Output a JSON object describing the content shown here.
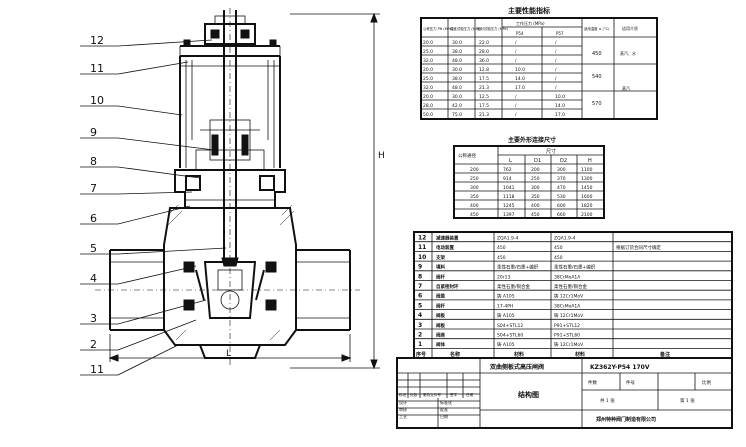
{
  "callouts": [
    "12",
    "11",
    "10",
    "9",
    "8",
    "7",
    "6",
    "5",
    "4",
    "3",
    "2",
    "11"
  ],
  "dims": {
    "height": "H",
    "length": "L"
  },
  "perf_table": {
    "title": "主要性能指标",
    "headers": [
      "公称压力 PN (MPa)",
      "强度试验压力 (MPa)",
      "密封试验压力 (MPa)",
      "工作压力 (MPa)",
      "适用温度 ≤ (°C)",
      "适用介质"
    ],
    "sub_headers": [
      "P54",
      "P57"
    ],
    "rows": [
      [
        "20.0",
        "30.0",
        "22.0",
        "/",
        "/"
      ],
      [
        "25.0",
        "38.0",
        "28.0",
        "/",
        "/"
      ],
      [
        "32.0",
        "48.0",
        "36.0",
        "/",
        "/"
      ],
      [
        "20.0",
        "30.0",
        "12.8",
        "10.0",
        "/"
      ],
      [
        "25.0",
        "38.0",
        "17.5",
        "14.0",
        "/"
      ],
      [
        "32.0",
        "48.0",
        "21.3",
        "17.0",
        "/"
      ],
      [
        "20.0",
        "30.0",
        "12.5",
        "/",
        "10.0"
      ],
      [
        "28.0",
        "42.0",
        "17.5",
        "/",
        "14.0"
      ],
      [
        "50.0",
        "75.0",
        "21.3",
        "/",
        "17.0"
      ]
    ],
    "temps": [
      "450",
      "540",
      "570"
    ],
    "media": [
      "蒸汽、水",
      "蒸汽"
    ]
  },
  "dim_table": {
    "title": "主要外形连接尺寸",
    "headers": [
      "公称通径",
      "L",
      "D1",
      "D2",
      "H"
    ],
    "group": "尺寸",
    "rows": [
      [
        "200",
        "762",
        "200",
        "300",
        "1100"
      ],
      [
        "250",
        "914",
        "250",
        "370",
        "1300"
      ],
      [
        "300",
        "1041",
        "300",
        "470",
        "1450"
      ],
      [
        "350",
        "1118",
        "350",
        "530",
        "1600"
      ],
      [
        "400",
        "1245",
        "400",
        "600",
        "1820"
      ],
      [
        "450",
        "1397",
        "450",
        "660",
        "2100"
      ]
    ]
  },
  "parts_table": {
    "rows": [
      [
        "12",
        "减速器装置",
        "ZQA1.9-4",
        "ZQA1.9-4",
        ""
      ],
      [
        "11",
        "电动装置",
        "450",
        "450",
        "根据订货合同尺寸确定"
      ],
      [
        "10",
        "支架",
        "450",
        "450",
        ""
      ],
      [
        "9",
        "填料",
        "柔性石墨/石墨+编织",
        "柔性石墨/石墨+编织",
        ""
      ],
      [
        "8",
        "阀杆",
        "20r13",
        "38CrMoA1A",
        ""
      ],
      [
        "7",
        "自紧密封环",
        "柔性石墨/铜合金",
        "柔性石墨/铜合金",
        ""
      ],
      [
        "6",
        "阀盖",
        "铸 A105",
        "铸 12Cr1MoV",
        ""
      ],
      [
        "5",
        "阀杆",
        "17-4PH",
        "38CrMoA1A",
        ""
      ],
      [
        "4",
        "阀板",
        "铸 A105",
        "铸 12Cr1MoV",
        ""
      ],
      [
        "3",
        "阀板",
        "S04+STL12",
        "P91+STL12",
        ""
      ],
      [
        "2",
        "阀座",
        "S04+STL60",
        "P91+STL60",
        ""
      ],
      [
        "1",
        "阀体",
        "铸 A105",
        "铸 12Cr1MoV",
        ""
      ]
    ],
    "footer": [
      "序号",
      "名称",
      "材料",
      "材料",
      "备注"
    ]
  },
  "title_block": {
    "product": "双曲侧板式高压闸阀",
    "code": "KZ362Y-P54 170V",
    "drawing": "结构图",
    "company": "郑州特种阀门制造有限公司",
    "stage_labels": [
      "件数",
      "件号",
      "比例"
    ],
    "sheet": "共 1 张",
    "page": "第 1 张",
    "left_labels": [
      "标记",
      "处数",
      "更改文件号",
      "签字",
      "日期"
    ],
    "roles": [
      "设计",
      "审核",
      "工艺",
      "标准化",
      "批准",
      "日期"
    ]
  }
}
